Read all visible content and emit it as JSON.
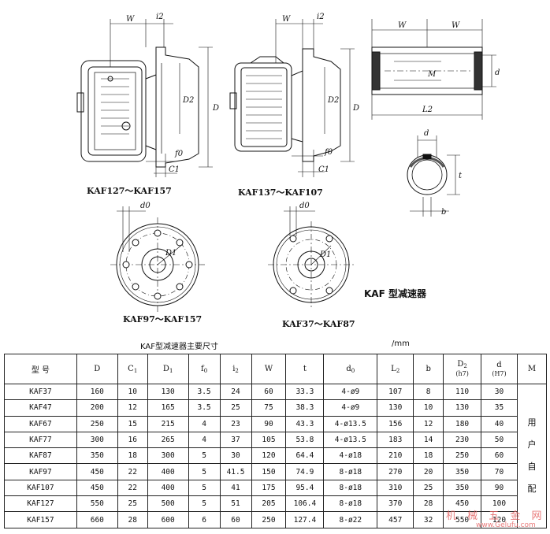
{
  "figures": {
    "label_kaf127_157": "KAF127～KAF157",
    "label_kaf137_107": "KAF137～KAF107",
    "label_kaf97_157": "KAF97～KAF157",
    "label_kaf37_87": "KAF37～KAF87",
    "caption": "KAF 型减速器",
    "dims": {
      "W": "W",
      "i2": "i2",
      "D": "D",
      "D2": "D2",
      "f0": "f0",
      "C1": "C1",
      "d0": "d0",
      "D1": "D1",
      "L2": "L2",
      "d": "d",
      "t": "t",
      "b": "b",
      "M": "M"
    }
  },
  "table": {
    "title": "KAF型减速器主要尺寸",
    "unit": "/mm",
    "headers": {
      "model": "型 号",
      "D": "D",
      "C": "C",
      "C_sub": "1",
      "D1": "D",
      "D1_sub": "1",
      "f": "f",
      "f_sub": "0",
      "i": "i",
      "i_sub": "2",
      "W": "W",
      "t": "t",
      "d0": "d",
      "d0_sub": "0",
      "L": "L",
      "L_sub": "2",
      "b": "b",
      "D2": "D",
      "D2_sub": "2",
      "D2_tol": "(h7)",
      "dd": "d",
      "dd_tol": "(H7)",
      "M": "M"
    },
    "rows": [
      [
        "KAF37",
        "160",
        "10",
        "130",
        "3.5",
        "24",
        "60",
        "33.3",
        "4-ø9",
        "107",
        "8",
        "110",
        "30"
      ],
      [
        "KAF47",
        "200",
        "12",
        "165",
        "3.5",
        "25",
        "75",
        "38.3",
        "4-ø9",
        "130",
        "10",
        "130",
        "35"
      ],
      [
        "KAF67",
        "250",
        "15",
        "215",
        "4",
        "23",
        "90",
        "43.3",
        "4-ø13.5",
        "156",
        "12",
        "180",
        "40"
      ],
      [
        "KAF77",
        "300",
        "16",
        "265",
        "4",
        "37",
        "105",
        "53.8",
        "4-ø13.5",
        "183",
        "14",
        "230",
        "50"
      ],
      [
        "KAF87",
        "350",
        "18",
        "300",
        "5",
        "30",
        "120",
        "64.4",
        "4-ø18",
        "210",
        "18",
        "250",
        "60"
      ],
      [
        "KAF97",
        "450",
        "22",
        "400",
        "5",
        "41.5",
        "150",
        "74.9",
        "8-ø18",
        "270",
        "20",
        "350",
        "70"
      ],
      [
        "KAF107",
        "450",
        "22",
        "400",
        "5",
        "41",
        "175",
        "95.4",
        "8-ø18",
        "310",
        "25",
        "350",
        "90"
      ],
      [
        "KAF127",
        "550",
        "25",
        "500",
        "5",
        "51",
        "205",
        "106.4",
        "8-ø18",
        "370",
        "28",
        "450",
        "100"
      ],
      [
        "KAF157",
        "660",
        "28",
        "600",
        "6",
        "60",
        "250",
        "127.4",
        "8-ø22",
        "457",
        "32",
        "550",
        "120"
      ]
    ],
    "m_note_chars": [
      "用",
      "户",
      "自",
      "配"
    ]
  },
  "watermark": {
    "text": "机 械 五 金 网",
    "url": "www.Gelufu.com",
    "color": "#e35a5a"
  }
}
